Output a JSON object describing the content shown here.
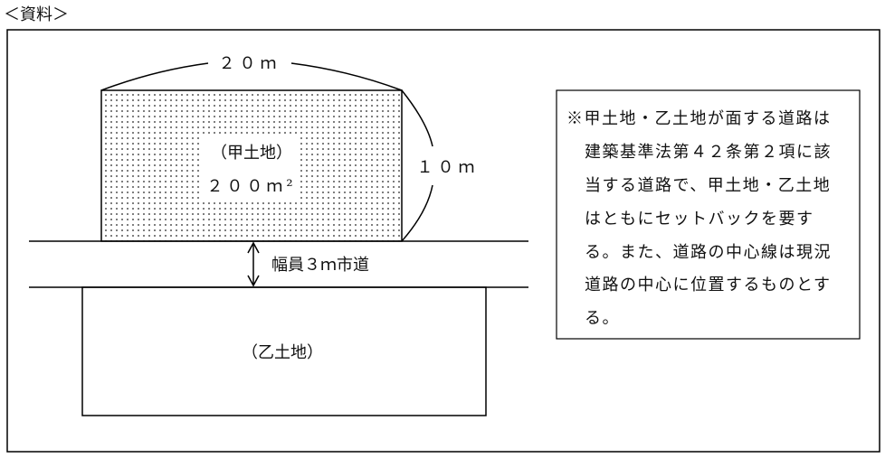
{
  "heading": "＜資料＞",
  "dimensions": {
    "width_label": "２０ｍ",
    "depth_label": "１０ｍ"
  },
  "lot_a": {
    "name": "（甲土地）",
    "area": "２００ｍ²"
  },
  "road": {
    "label": "幅員３ｍ市道"
  },
  "lot_b": {
    "name": "（乙土地）"
  },
  "note": {
    "lines": [
      "※甲土地・乙土地が面する道路は",
      "建築基準法第４２条第２項に該",
      "当する道路で、甲土地・乙土地",
      "はともにセットバックを要す",
      "る。また、道路の中心線は現況",
      "道路の中心に位置するものとす",
      "る。"
    ]
  }
}
